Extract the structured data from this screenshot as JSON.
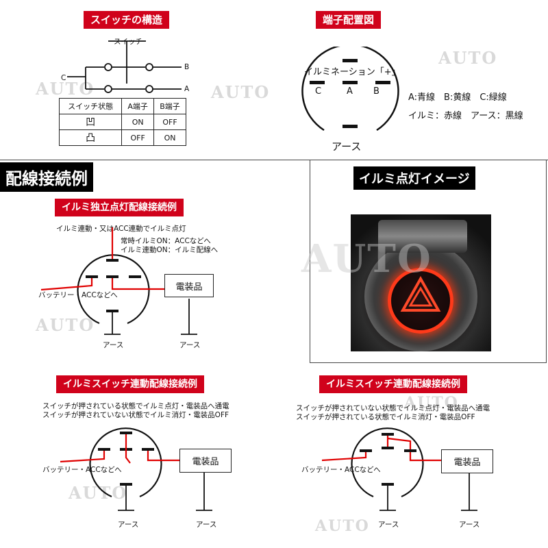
{
  "watermark": "AUTO",
  "structure": {
    "title": "スイッチの構造",
    "switch_label": "スイッチ",
    "terminal_c": "C",
    "terminal_b": "B",
    "terminal_a": "A",
    "table": {
      "headers": [
        "スイッチ状態",
        "A端子",
        "B端子"
      ],
      "rows": [
        [
          "凹",
          "ON",
          "OFF"
        ],
        [
          "凸",
          "OFF",
          "ON"
        ]
      ]
    }
  },
  "terminals": {
    "title": "端子配置図",
    "illumi_label": "イルミネーション「+」",
    "c": "C",
    "a": "A",
    "b": "B",
    "earth": "アース",
    "legend_line1": "A:青線　B:黄線　C:緑線",
    "legend_line2": "イルミ：赤線　アース：黒線"
  },
  "wiring": {
    "section_title": "配線接続例",
    "diagram1": {
      "title": "イルミ独立点灯配線接続例",
      "note_main": "イルミ連動・又はACC連動でイルミ点灯",
      "note_1": "常時イルミON：ACCなどへ",
      "note_2": "イルミ連動ON：イルミ配線へ",
      "battery": "バッテリー・ACCなどへ",
      "device": "電装品",
      "earth_1": "アース",
      "earth_2": "アース"
    },
    "diagram2": {
      "title": "イルミスイッチ連動配線接続例",
      "note_1": "スイッチが押されている状態でイルミ点灯・電装品へ通電",
      "note_2": "スイッチが押されていない状態でイルミ消灯・電装品OFF",
      "battery": "バッテリー・ACCなどへ",
      "device": "電装品",
      "earth_1": "アース",
      "earth_2": "アース"
    },
    "diagram3": {
      "title": "イルミスイッチ連動配線接続例",
      "note_1": "スイッチが押されていない状態でイルミ点灯・電装品へ通電",
      "note_2": "スイッチが押されている状態でイルミ消灯・電装品OFF",
      "battery": "バッテリー・ACCなどへ",
      "device": "電装品",
      "earth_1": "アース",
      "earth_2": "アース"
    }
  },
  "image_section": {
    "title": "イルミ点灯イメージ",
    "caption": "AUTO"
  },
  "colors": {
    "accent_red": "#d0021b",
    "wire_red": "#e00000"
  }
}
